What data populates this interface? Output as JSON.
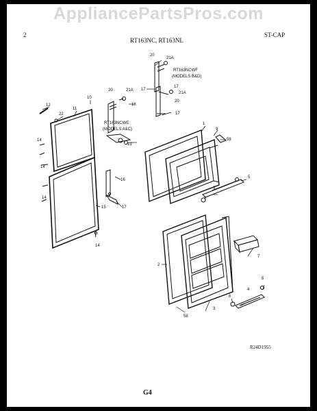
{
  "header": {
    "watermark": "AppliancePartsPros.com",
    "page_num": "2",
    "models": "RT163NC, RT163NL",
    "code": "ST-CAP"
  },
  "footer": {
    "drawing_id": "R24D1955",
    "page_code": "G4"
  },
  "callouts": {
    "c1": "1",
    "c2": "2",
    "c3": "3",
    "c4": "4",
    "c5": "5",
    "c5b": "5",
    "c6": "6",
    "c6b": "6",
    "c7": "7",
    "c8": "8",
    "c9": "9",
    "c10": "10",
    "c11": "11",
    "c12": "12",
    "c14a": "14",
    "c14b": "14",
    "c14c": "14",
    "c14d": "14",
    "c15": "15",
    "c16": "16",
    "c17a": "17",
    "c17b": "17",
    "c17c": "17",
    "c18": "18",
    "c19": "19",
    "c20a": "20",
    "c20b": "20",
    "c20c": "20",
    "c21a": "21A",
    "c21b": "21A",
    "c21c": "21A",
    "c22": "22",
    "c58a": "58",
    "c58b": "58"
  },
  "notes": {
    "rt163ncwf_line1": "RT163NCWF",
    "rt163ncwf_line2": "(MODELS B&D)",
    "rt163ncwe_line1": "RT163NCWE",
    "rt163ncwe_line2": "(MODELS A&C)"
  }
}
